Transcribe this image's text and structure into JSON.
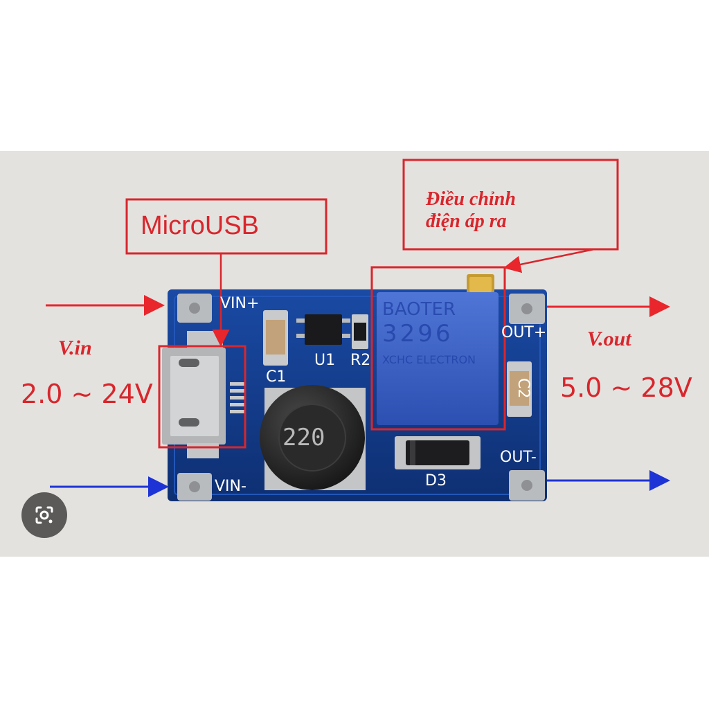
{
  "annotations": {
    "micro_usb": "MicroUSB",
    "adjust_line1": "Điều chỉnh",
    "adjust_line2": "điện áp ra",
    "vin_label": "V.in",
    "vin_range": "2.0 ~ 24V",
    "vout_label": "V.out",
    "vout_range": "5.0 ~ 28V"
  },
  "board": {
    "vin_plus": "VIN+",
    "vin_minus": "VIN-",
    "out_plus": "OUT+",
    "out_minus": "OUT-",
    "c1": "C1",
    "c2": "C2",
    "u1": "U1",
    "r2": "R2",
    "d3": "D3",
    "inductor": "220",
    "pot_brand": "BAOTER",
    "pot_model": "3296",
    "pot_maker": "XCHC ELECTRON"
  },
  "colors": {
    "annotation": "#d8262c",
    "input_positive_arrow": "#e8262c",
    "input_negative_arrow": "#1e33d6",
    "pcb": "#123b8c"
  },
  "icons": {
    "lens": "google-lens-icon"
  }
}
